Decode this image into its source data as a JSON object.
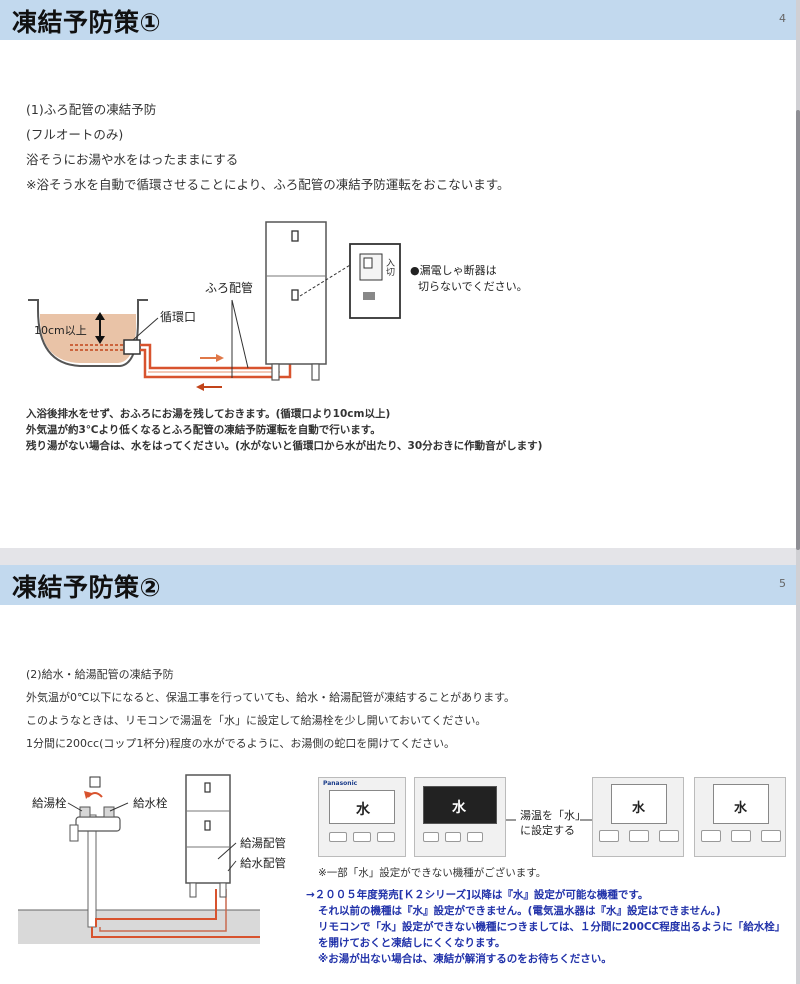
{
  "page1": {
    "title": "凍結予防策①",
    "page_number": "4",
    "lines": [
      "(1)ふろ配管の凍結予防",
      "(フルオートのみ)",
      "浴そうにお湯や水をはったままにする",
      "※浴そう水を自動で循環させることにより、ふろ配管の凍結予防運転をおこないます。"
    ],
    "diagram": {
      "label_pipe": "ふろ配管",
      "label_port": "循環口",
      "label_level": "10cm以上",
      "label_breaker_1": "●漏電しゃ断器は",
      "label_breaker_2": "切らないでください。",
      "breaker_text": "入切"
    },
    "notes": [
      "入浴後排水をせず、おふろにお湯を残しておきます。(循環口より10cm以上)",
      "外気温が約3℃より低くなるとふろ配管の凍結予防運転を自動で行います。",
      "残り湯がない場合は、水をはってください。(水がないと循環口から水が出たり、30分おきに作動音がします)"
    ]
  },
  "page2": {
    "title": "凍結予防策②",
    "page_number": "5",
    "lines": [
      "(2)給水・給湯配管の凍結予防",
      "外気温が0℃以下になると、保温工事を行っていても、給水・給湯配管が凍結することがあります。",
      "このようなときは、リモコンで湯温を「水」に設定して給湯栓を少し開いておいてください。",
      "1分間に200cc(コップ1杯分)程度の水がでるように、お湯側の蛇口を開けてください。"
    ],
    "diagram": {
      "label_hot_tap": "給湯栓",
      "label_cold_tap": "給水栓",
      "label_hot_pipe": "給湯配管",
      "label_cold_pipe": "給水配管",
      "callout_1": "湯温を「水」",
      "callout_2": "に設定する",
      "brand": "Panasonic",
      "display_char": "水"
    },
    "footnote": "※一部「水」設定ができない機種がございます。",
    "blue_notes": [
      "→２００５年度発売[Ｋ２シリーズ]以降は『水』設定が可能な機種です。",
      "それ以前の機種は『水』設定ができません。(電気温水器は『水』設定はできません。)",
      "リモコンで「水」設定ができない機種につきましては、１分間に200CC程度出るように「給水栓」",
      "を開けておくと凍結しにくくなります。",
      "※お湯が出ない場合は、凍結が解消するのをお待ちください。"
    ]
  }
}
